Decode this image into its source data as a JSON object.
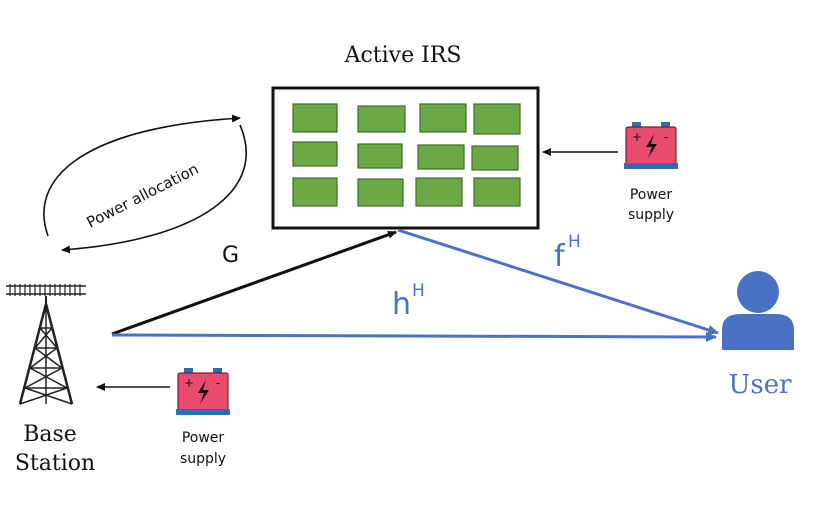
{
  "irs": {
    "title": "Active IRS"
  },
  "power_allocation_label": "Power allocation",
  "channels": {
    "g": {
      "label": "G"
    },
    "f": {
      "base": "f",
      "sup": "H"
    },
    "h": {
      "base": "h",
      "sup": "H"
    }
  },
  "base_station": {
    "line1": "Base",
    "line2": "Station"
  },
  "user": {
    "label": "User"
  },
  "power_supply_irs": {
    "line1": "Power",
    "line2": "supply"
  },
  "power_supply_bs": {
    "line1": "Power",
    "line2": "supply"
  },
  "colors": {
    "irs_element": "#6aa945",
    "irs_element_border": "#3d6b25",
    "blue": "#4a72c4",
    "battery": "#e94b6e",
    "battery_base": "#2c6fb0",
    "black": "#111111"
  },
  "icons": [
    "tower-icon",
    "user-icon",
    "battery-icon"
  ]
}
